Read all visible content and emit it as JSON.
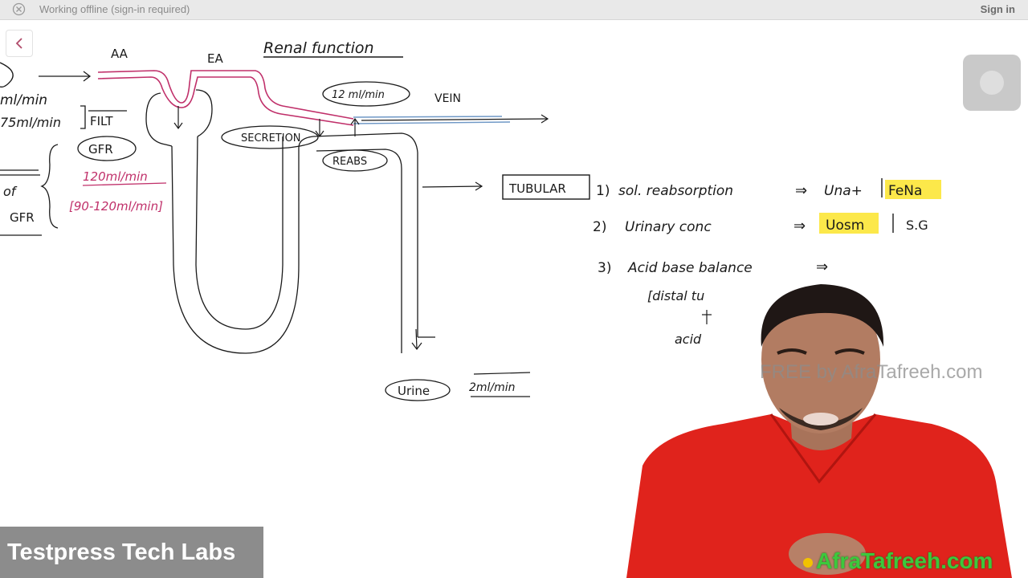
{
  "topbar": {
    "status_text": "Working offline (sign-in required)",
    "sign_in_label": "Sign in",
    "close_icon": "close-circle-icon"
  },
  "navigation": {
    "back_icon": "chevron-left-icon"
  },
  "whiteboard": {
    "title": "Renal function",
    "labels": {
      "aa": "AA",
      "ea": "EA",
      "vein": "VEIN",
      "flow_vein": "12 ml/min",
      "secretion": "SECRETION",
      "reabs": "REABS",
      "gfr_oval": "GFR",
      "gfr_value": "120ml/min",
      "gfr_range": "[90-120ml/min]",
      "filt": "FILT",
      "left_partial_1": "ml/min",
      "left_partial_2": "75ml/min",
      "left_partial_3": "of",
      "left_partial_4": "GFR",
      "tubular": "TUBULAR",
      "urine": "Urine",
      "urine_rate": "2ml/min"
    },
    "notes": {
      "line1_number": "1)",
      "line1_text": "sol. reabsorption",
      "line1_result_a": "Una+",
      "line1_result_b": "FeNa",
      "line2_number": "2)",
      "line2_text": "Urinary conc",
      "line2_result_a": "Uosm",
      "line2_result_b": "S.G",
      "line3_number": "3)",
      "line3_text": "Acid base balance",
      "line4_text": "[distal tu",
      "line5_text": "acid"
    },
    "colors": {
      "ink": "#1a1a1a",
      "magenta": "#c0306a",
      "highlight": "#fce84a",
      "blue_line": "#6f98c6"
    }
  },
  "watermarks": {
    "center": "FREE by AfraTafreeh.com",
    "logo": "AfraTafreeh.com"
  },
  "brand": {
    "name": "Testpress Tech Labs"
  },
  "float_button_icon": "record-button-icon"
}
